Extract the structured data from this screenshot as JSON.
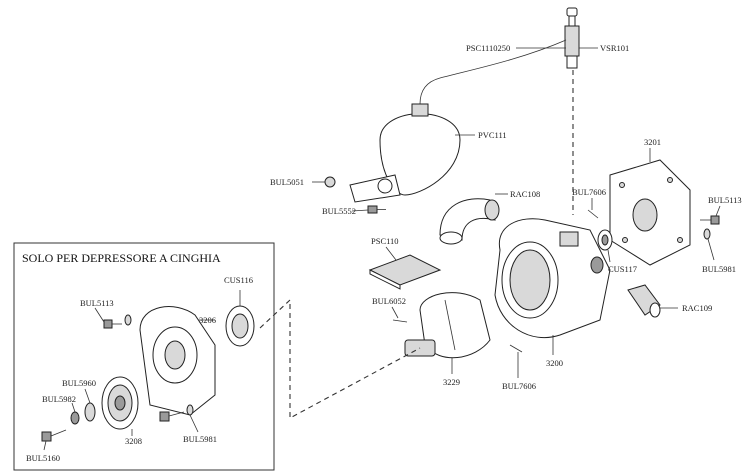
{
  "box": {
    "title": "SOLO PER DEPRESSORE A CINGHIA"
  },
  "labels": {
    "psc1110250": "PSC1110250",
    "vsr101": "VSR101",
    "pvc111": "PVC111",
    "bul5051": "BUL5051",
    "bul5552": "BUL5552",
    "rac108": "RAC108",
    "bul7606_top": "BUL7606",
    "n3201": "3201",
    "bul5113_right": "BUL5113",
    "bul5981_right": "BUL5981",
    "psc110": "PSC110",
    "cus117": "CUS117",
    "rac109": "RAC109",
    "bul6052": "BUL6052",
    "n3200": "3200",
    "n3229": "3229",
    "bul7606_bottom": "BUL7606",
    "cus116": "CUS116",
    "bul5113_left": "BUL5113",
    "n3206": "3206",
    "bul5960": "BUL5960",
    "bul5982": "BUL5982",
    "n3208": "3208",
    "bul5981_left": "BUL5981",
    "bul5160": "BUL5160"
  }
}
